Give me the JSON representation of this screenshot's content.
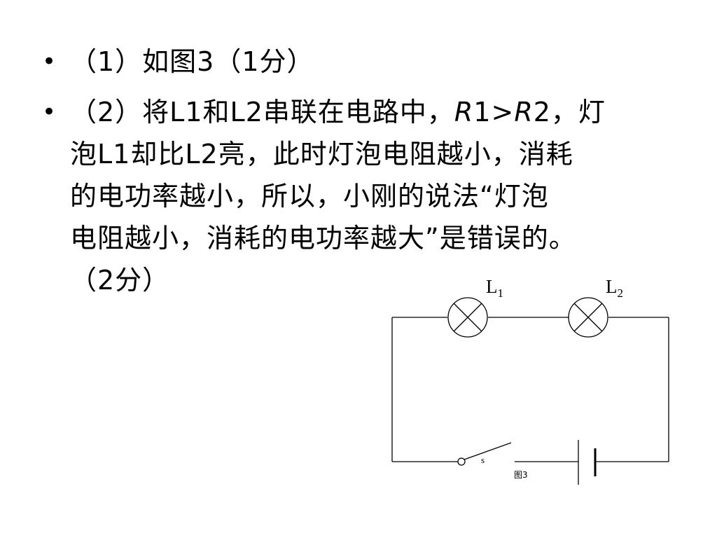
{
  "items": [
    {
      "bullet": "•",
      "text": "（1）如图3（1分）"
    },
    {
      "bullet": "•",
      "line1_a": "（2）将L1和L2串联在电路中，",
      "r1": "R",
      "line1_b": "1>",
      "r2": "R",
      "line1_c": "2，灯",
      "line2": "泡L1却比L2亮，此时灯泡电阻越小，消耗",
      "line3": "的电功率越小，所以，小刚的说法“灯泡",
      "line4": "电阻越小，消耗的电功率越大”是错误的。",
      "line5": "（2分）"
    }
  ],
  "figure": {
    "lamp1_letter": "L",
    "lamp1_sub": "1",
    "lamp2_letter": "L",
    "lamp2_sub": "2",
    "switch_label": "s",
    "caption": "图3"
  }
}
